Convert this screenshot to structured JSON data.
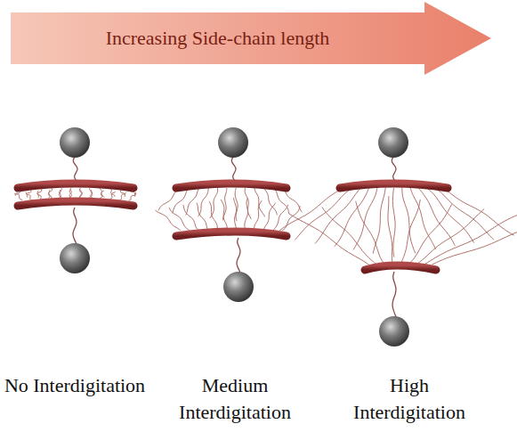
{
  "diagram": {
    "nodes": [
      {
        "text": [
          "Increasing Side-chain length"
        ]
      }
    ],
    "labels": [
      "No Interdigitation",
      "Medium Interdigitation",
      "High Interdigitation"
    ]
  }
}
